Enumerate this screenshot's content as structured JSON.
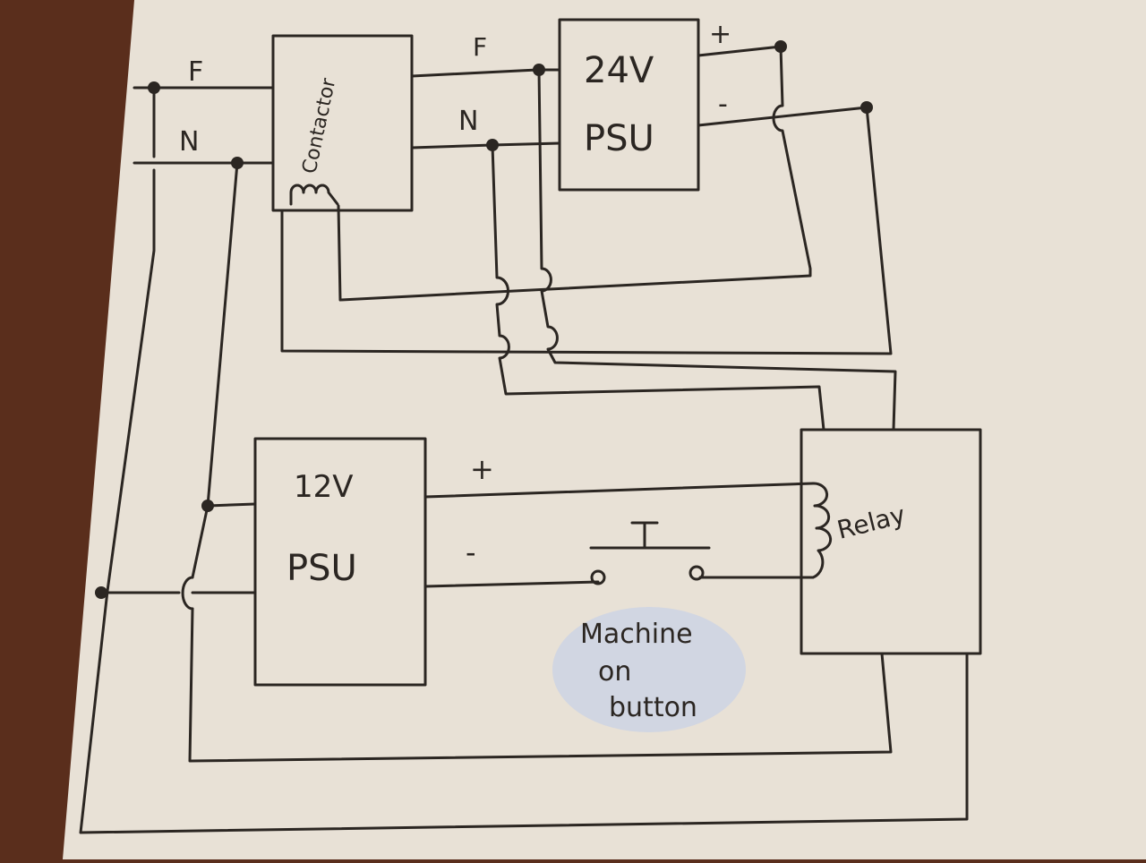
{
  "colors": {
    "ink": "#2b2622",
    "paper": "#e8e1d6",
    "table": "#5a2e1c",
    "highlight": "#c9d2e6"
  },
  "mains": {
    "phase_label": "F",
    "neutral_label": "N"
  },
  "contactor": {
    "label": "Contactor",
    "out_phase_label": "F",
    "out_neutral_label": "N"
  },
  "psu_24v": {
    "title": "24V",
    "sub": "PSU",
    "plus": "+",
    "minus": "-"
  },
  "psu_12v": {
    "title": "12V",
    "sub": "PSU",
    "plus": "+",
    "minus": "-"
  },
  "button": {
    "label_lines": [
      "Machine",
      "on",
      "button"
    ]
  },
  "relay": {
    "label": "Relay"
  }
}
